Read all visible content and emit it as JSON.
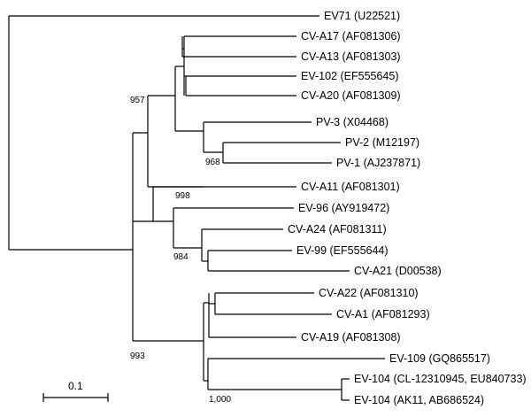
{
  "taxa": {
    "ev71": "EV71 (U22521)",
    "cva17": "CV-A17 (AF081306)",
    "cva13": "CV-A13 (AF081303)",
    "ev102": "EV-102 (EF555645)",
    "cva20": "CV-A20 (AF081309)",
    "pv3": "PV-3 (X04468)",
    "pv2": "PV-2 (M12197)",
    "pv1": "PV-1 (AJ237871)",
    "cva11": "CV-A11 (AF081301)",
    "ev96": "EV-96 (AY919472)",
    "cva24": "CV-A24 (AF081311)",
    "ev99": "EV-99 (EF555644)",
    "cva21": "CV-A21 (D00538)",
    "cva22": "CV-A22 (AF081310)",
    "cva1": "CV-A1 (AF081293)",
    "cva19": "CV-A19 (AF081308)",
    "ev109": "EV-109 (GQ865517)",
    "ev104a": "EV-104 (CL-12310945, EU840733)",
    "ev104b": "EV-104 (AK11, AB686524)"
  },
  "bootstrap": {
    "b957": "957",
    "b998": "998",
    "b968": "968",
    "b984": "984",
    "b993": "993",
    "b1000": "1,000"
  },
  "scale_bar": {
    "label": "0.1"
  }
}
